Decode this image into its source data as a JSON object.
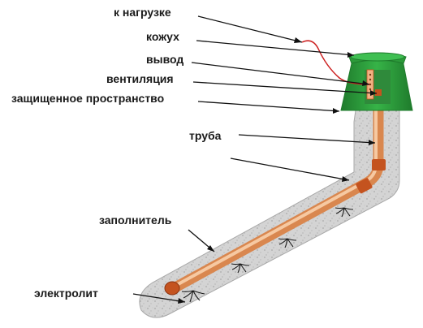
{
  "labels": {
    "to_load": "к нагрузке",
    "casing": "кожух",
    "lead": "вывод",
    "ventilation": "вентиляция",
    "protected_space": "защищенное пространство",
    "pipe": "труба",
    "filler": "заполнитель",
    "electrolyte": "электролит"
  },
  "colors": {
    "backfill": "#d4d4d4",
    "backfill_edge": "#a8a8a8",
    "pipe": "#e7a06c",
    "pipe_highlight": "#f6c9a2",
    "pipe_cap": "#c4531f",
    "casing": "#2c9a3a",
    "casing_dark": "#1f7b2c",
    "wire": "#cc2020",
    "leader": "#111111",
    "text": "#1a1a1a"
  }
}
